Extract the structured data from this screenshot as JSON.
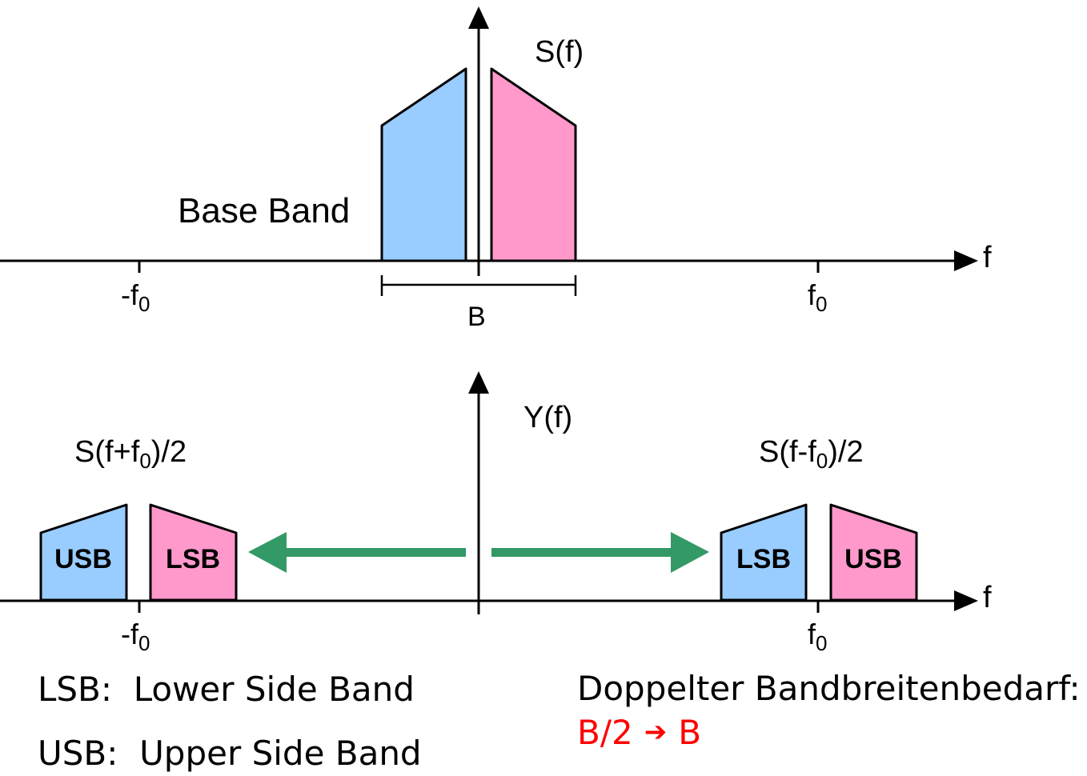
{
  "colors": {
    "axis": "#000000",
    "lower_band_fill": "#99ccff",
    "upper_band_fill": "#ff99cc",
    "shift_arrow": "#339966",
    "highlight": "#ff0000"
  },
  "top_plot": {
    "y_label": "S(f)",
    "x_label": "f",
    "neg_tick": "-f",
    "pos_tick": "f",
    "tick_subscript": "0",
    "region_label": "Base Band",
    "bandwidth_label": "B"
  },
  "bottom_plot": {
    "y_label": "Y(f)",
    "x_label": "f",
    "neg_tick": "-f",
    "pos_tick": "f",
    "tick_subscript": "0",
    "left_spectrum": {
      "prefix": "S(f+f",
      "sub": "0",
      "suffix": ")/2"
    },
    "right_spectrum": {
      "prefix": "S(f-f",
      "sub": "0",
      "suffix": ")/2"
    },
    "left_bands": [
      "USB",
      "LSB"
    ],
    "right_bands": [
      "LSB",
      "USB"
    ]
  },
  "legend": {
    "lsb": "LSB:  Lower Side Band",
    "usb": "USB:  Upper Side Band"
  },
  "note": {
    "text": "Doppelter Bandbreitenbedarf:",
    "from": "B/2",
    "arrow": "➔",
    "to": "B"
  }
}
